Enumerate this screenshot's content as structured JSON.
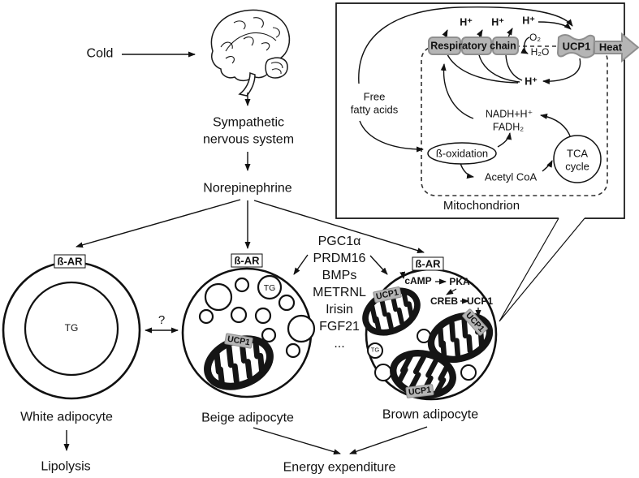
{
  "pathway": {
    "cold": "Cold",
    "sns_line1": "Sympathetic",
    "sns_line2": "nervous system",
    "norepinephrine": "Norepinephrine"
  },
  "inset": {
    "h_plus": "H⁺",
    "respiratory_chain": "Respiratory chain",
    "o2": "O₂",
    "h2o": "H₂O",
    "ucp1": "UCP1",
    "heat": "Heat",
    "ffa_line1": "Free",
    "ffa_line2": "fatty acids",
    "nadh": "NADH+H⁺",
    "fadh2": "FADH₂",
    "beta_oxidation": "ß-oxidation",
    "acetyl_coa": "Acetyl CoA",
    "tca_line1": "TCA",
    "tca_line2": "cycle",
    "label": "Mitochondrion"
  },
  "factors": [
    "PGC1α",
    "PRDM16",
    "BMPs",
    "METRNL",
    "Irisin",
    "FGF21",
    "..."
  ],
  "receptor_label": "ß-AR",
  "tg_label": "TG",
  "ucp1_label": "UCP1",
  "question_label": "?",
  "signaling": {
    "camp": "cAMP",
    "pka": "PKA",
    "creb": "CREB",
    "ucp1": "UCP1"
  },
  "cell_labels": {
    "white": "White adipocyte",
    "beige": "Beige adipocyte",
    "brown": "Brown adipocyte"
  },
  "outcome_labels": {
    "lipolysis": "Lipolysis",
    "energy": "Energy expenditure"
  },
  "colors": {
    "accent_gray": "#b5b5b5",
    "accent_gray_border": "#8f8f8f",
    "ink": "#111111"
  }
}
